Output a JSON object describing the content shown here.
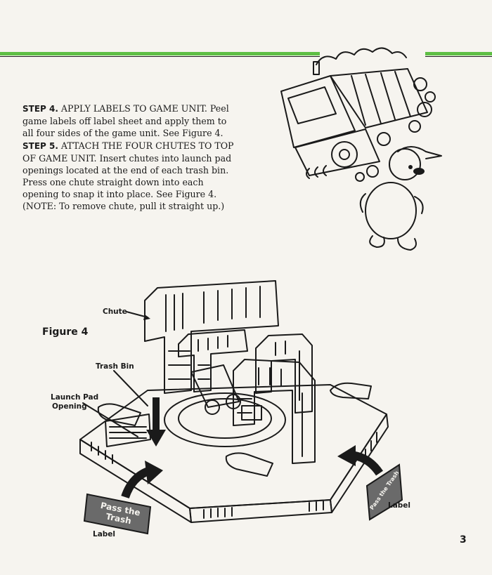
{
  "steps": [
    {
      "label": "STEP 4.",
      "text": "APPLY LABELS TO GAME UNIT. Peel game labels off label sheet and apply them to all four sides of the game unit. See Figure 4."
    },
    {
      "label": "STEP 5.",
      "text": "ATTACH THE FOUR CHUTES TO TOP OF GAME UNIT. Insert chutes into launch pad openings located at the end of each trash bin. Press one chute straight down into each opening to snap it into place. See Figure 4. (NOTE: To remove chute, pull it straight up.)"
    }
  ],
  "figure": {
    "title": "Figure 4",
    "callouts": {
      "chute": "Chute",
      "trash_bin": "Trash Bin",
      "launch_pad_line1": "Launch Pad",
      "launch_pad_line2": "Opening",
      "label_left": "Label",
      "label_right": "Label"
    },
    "label_plate_text": "Pass the Trash"
  },
  "page_number": "3",
  "colors": {
    "accent_green": "#5fbf45",
    "truck_green": "#8fdc72",
    "ink": "#1a1a1a",
    "paper": "#f6f4ef"
  }
}
